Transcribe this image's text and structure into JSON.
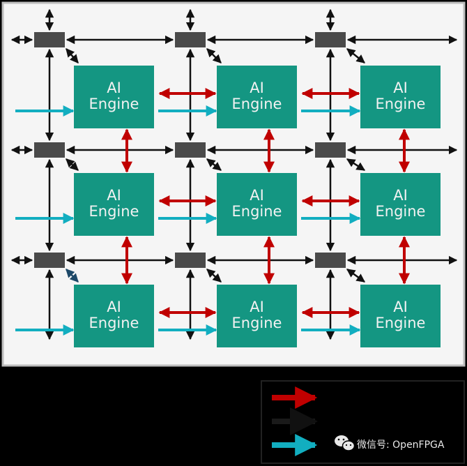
{
  "diagram": {
    "title": "AI Engine array interconnect",
    "rows": 3,
    "cols": 3,
    "engine_label_line1": "AI",
    "engine_label_line2": "Engine",
    "colors": {
      "background": "#f5f5f5",
      "engine_fill": "#149682",
      "switch_fill": "#4a4a4a",
      "memory_arrow": "#c00000",
      "stream_arrow": "#111111",
      "cascade_arrow": "#12aec0",
      "highlight_diag": "#1d4868"
    }
  },
  "legend": {
    "items": [
      {
        "name": "red-arrow",
        "color": "#c00000",
        "label": ""
      },
      {
        "name": "black-arrow",
        "color": "#1a1a1a",
        "label": ""
      },
      {
        "name": "cyan-arrow",
        "color": "#12aec0",
        "label": ""
      }
    ]
  },
  "watermark": {
    "icon": "wechat-icon",
    "text": "微信号: OpenFPGA"
  }
}
